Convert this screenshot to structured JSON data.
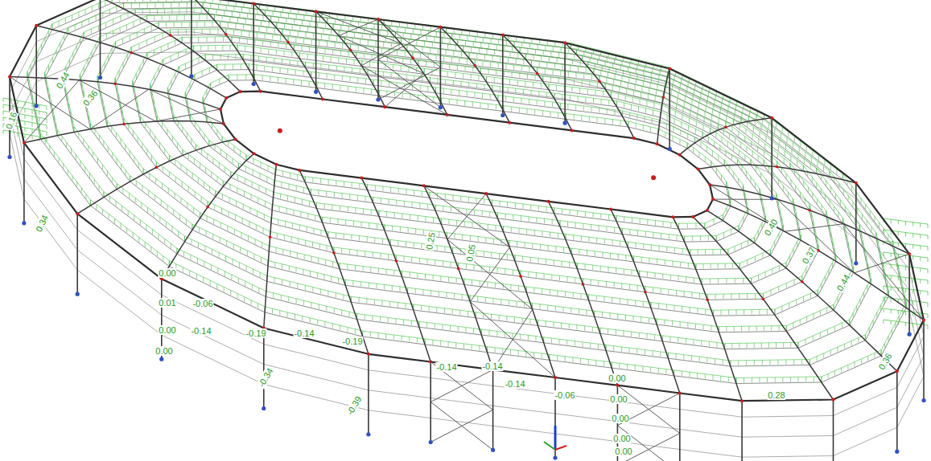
{
  "diagram": {
    "labels": [
      "0.44",
      "0.36",
      "0.34",
      "0.16",
      "0.00",
      "0.01",
      "0.00",
      "0.00",
      "-0.06",
      "-0.14",
      "-0.19",
      "-0.14",
      "-0.19",
      "-0.14",
      "-0.14",
      "-0.14",
      "-0.06",
      "0.00",
      "0.00",
      "0.00",
      "0.00",
      "0.00",
      "0.28",
      "0.37",
      "0.40",
      "0.44",
      "0.36",
      "-0.34",
      "-0.39",
      "0.25",
      "0.05"
    ]
  }
}
